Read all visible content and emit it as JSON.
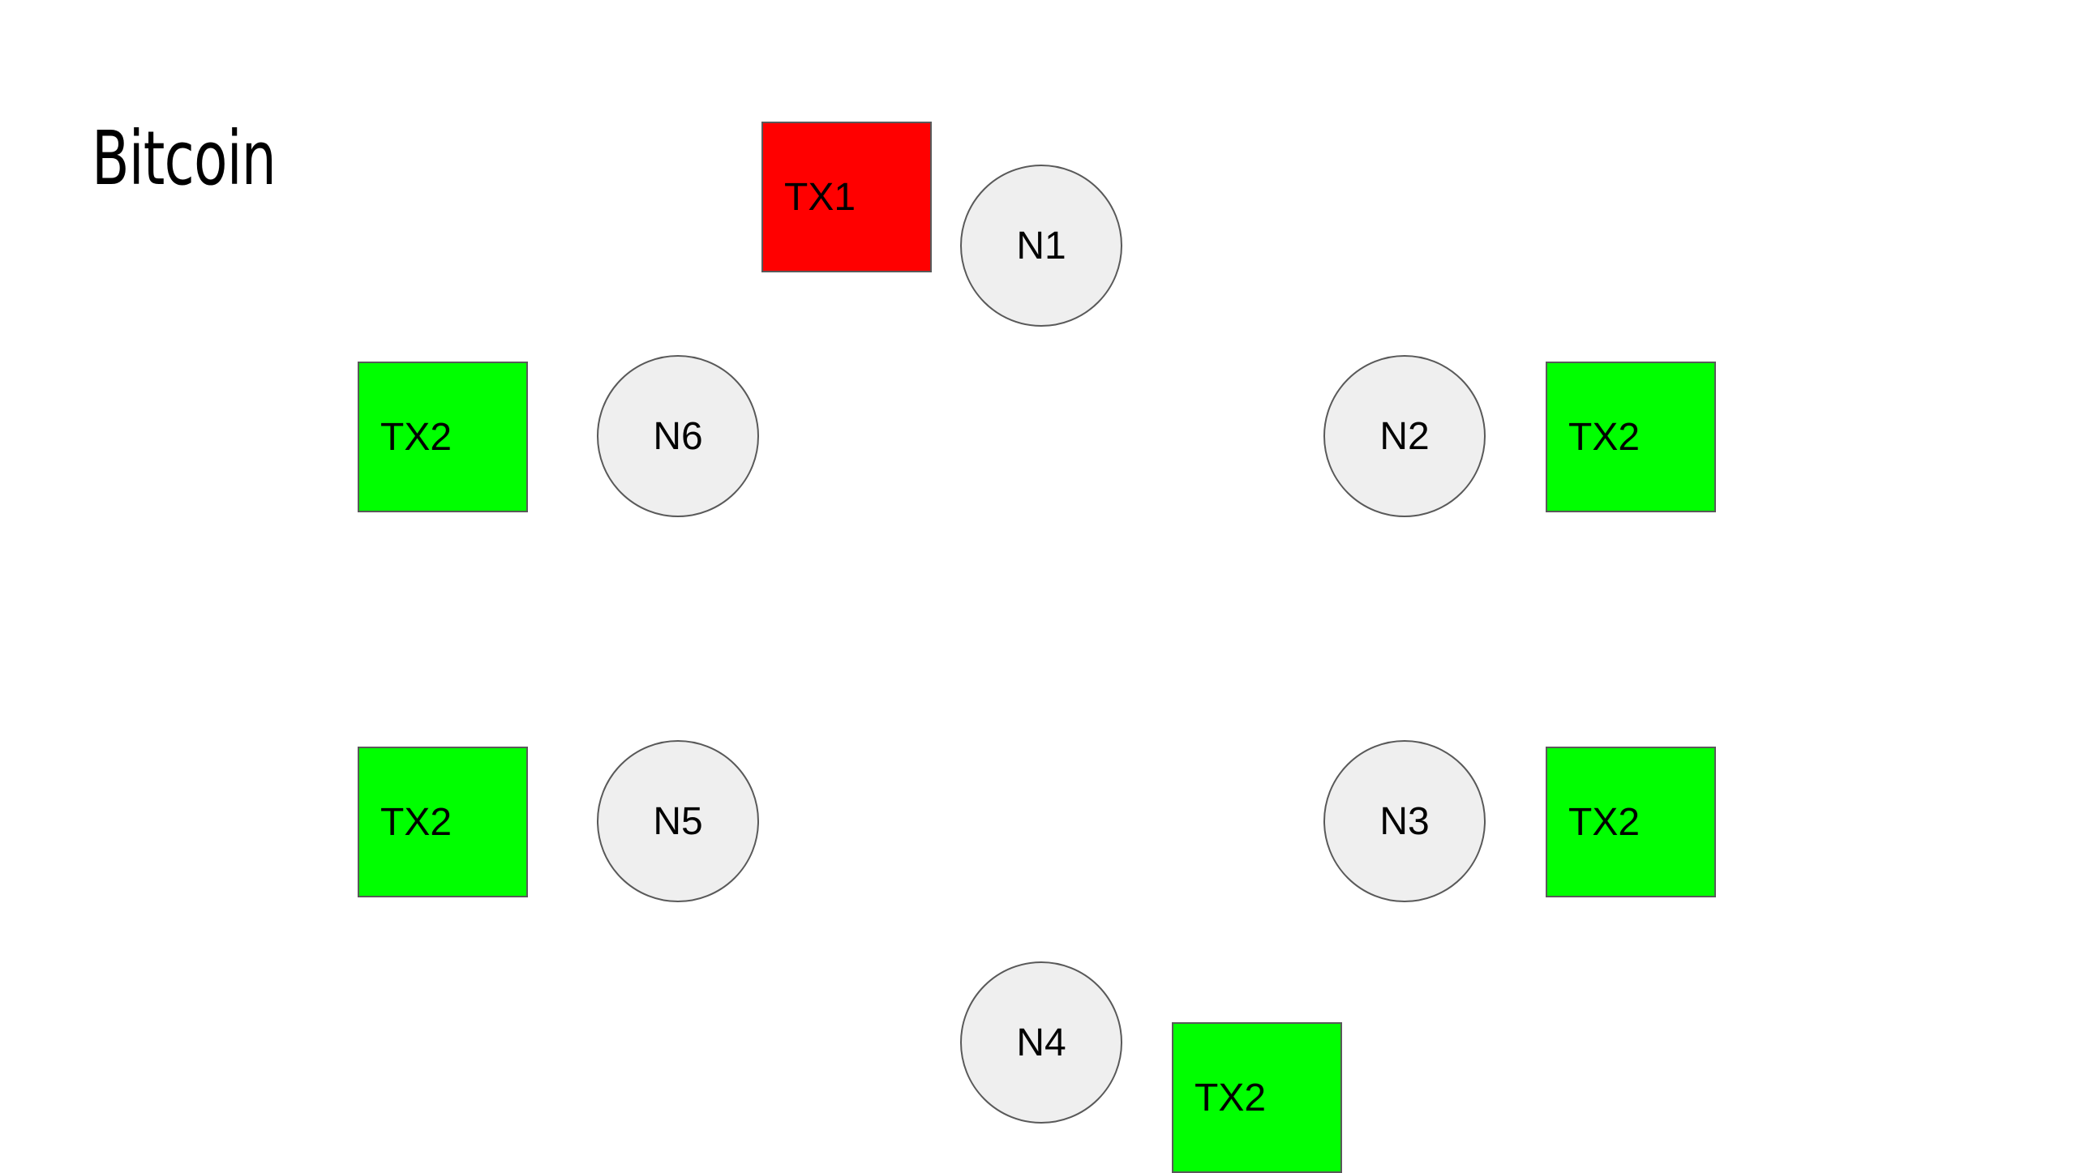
{
  "title": "Bitcoin",
  "colors": {
    "node_fill": "#efefef",
    "node_stroke": "#595959",
    "tx_rejected": "#ff0000",
    "tx_accepted": "#00ff00"
  },
  "nodes": [
    {
      "id": "n1",
      "label": "N1"
    },
    {
      "id": "n2",
      "label": "N2"
    },
    {
      "id": "n3",
      "label": "N3"
    },
    {
      "id": "n4",
      "label": "N4"
    },
    {
      "id": "n5",
      "label": "N5"
    },
    {
      "id": "n6",
      "label": "N6"
    }
  ],
  "transactions": [
    {
      "id": "tx-n1",
      "label": "TX1",
      "node": "N1",
      "color": "#ff0000"
    },
    {
      "id": "tx-n2",
      "label": "TX2",
      "node": "N2",
      "color": "#00ff00"
    },
    {
      "id": "tx-n3",
      "label": "TX2",
      "node": "N3",
      "color": "#00ff00"
    },
    {
      "id": "tx-n4",
      "label": "TX2",
      "node": "N4",
      "color": "#00ff00"
    },
    {
      "id": "tx-n5",
      "label": "TX2",
      "node": "N5",
      "color": "#00ff00"
    },
    {
      "id": "tx-n6",
      "label": "TX2",
      "node": "N6",
      "color": "#00ff00"
    }
  ]
}
